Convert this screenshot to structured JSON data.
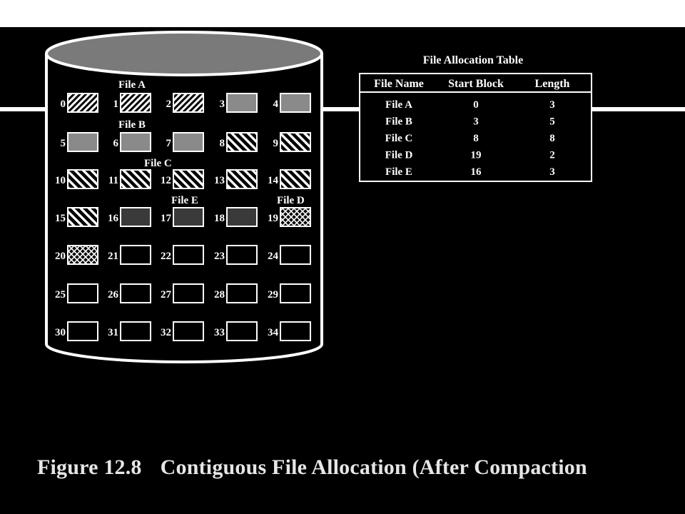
{
  "disk": {
    "file_labels": [
      {
        "text": "File A"
      },
      {
        "text": "File B"
      },
      {
        "text": "File C"
      },
      {
        "text": "File E"
      },
      {
        "text": "File D"
      }
    ],
    "blocks": [
      {
        "num": "0",
        "fill": "diag-dense"
      },
      {
        "num": "1",
        "fill": "diag-dense"
      },
      {
        "num": "2",
        "fill": "diag-dense"
      },
      {
        "num": "3",
        "fill": "gray"
      },
      {
        "num": "4",
        "fill": "gray"
      },
      {
        "num": "5",
        "fill": "gray"
      },
      {
        "num": "6",
        "fill": "gray"
      },
      {
        "num": "7",
        "fill": "gray"
      },
      {
        "num": "8",
        "fill": "diag"
      },
      {
        "num": "9",
        "fill": "diag"
      },
      {
        "num": "10",
        "fill": "diag"
      },
      {
        "num": "11",
        "fill": "diag"
      },
      {
        "num": "12",
        "fill": "diag"
      },
      {
        "num": "13",
        "fill": "diag"
      },
      {
        "num": "14",
        "fill": "diag"
      },
      {
        "num": "15",
        "fill": "diag"
      },
      {
        "num": "16",
        "fill": "dark"
      },
      {
        "num": "17",
        "fill": "dark"
      },
      {
        "num": "18",
        "fill": "dark"
      },
      {
        "num": "19",
        "fill": "cross"
      },
      {
        "num": "20",
        "fill": "cross"
      },
      {
        "num": "21",
        "fill": "empty"
      },
      {
        "num": "22",
        "fill": "empty"
      },
      {
        "num": "23",
        "fill": "empty"
      },
      {
        "num": "24",
        "fill": "empty"
      },
      {
        "num": "25",
        "fill": "empty"
      },
      {
        "num": "26",
        "fill": "empty"
      },
      {
        "num": "27",
        "fill": "empty"
      },
      {
        "num": "28",
        "fill": "empty"
      },
      {
        "num": "29",
        "fill": "empty"
      },
      {
        "num": "30",
        "fill": "empty"
      },
      {
        "num": "31",
        "fill": "empty"
      },
      {
        "num": "32",
        "fill": "empty"
      },
      {
        "num": "33",
        "fill": "empty"
      },
      {
        "num": "34",
        "fill": "empty"
      }
    ]
  },
  "fat": {
    "title": "File Allocation Table",
    "headers": [
      "File Name",
      "Start Block",
      "Length"
    ],
    "rows": [
      [
        "File A",
        "0",
        "3"
      ],
      [
        "File B",
        "3",
        "5"
      ],
      [
        "File C",
        "8",
        "8"
      ],
      [
        "File D",
        "19",
        "2"
      ],
      [
        "File E",
        "16",
        "3"
      ]
    ]
  },
  "caption": {
    "figure": "Figure 12.8",
    "text": "Contiguous File Allocation (After Compaction"
  },
  "colors": {
    "background": "#000000",
    "foreground": "#ffffff",
    "block_gray": "#8a8a8a",
    "block_dark": "#3a3a3a",
    "cylinder_top": "#7a7a7a"
  }
}
